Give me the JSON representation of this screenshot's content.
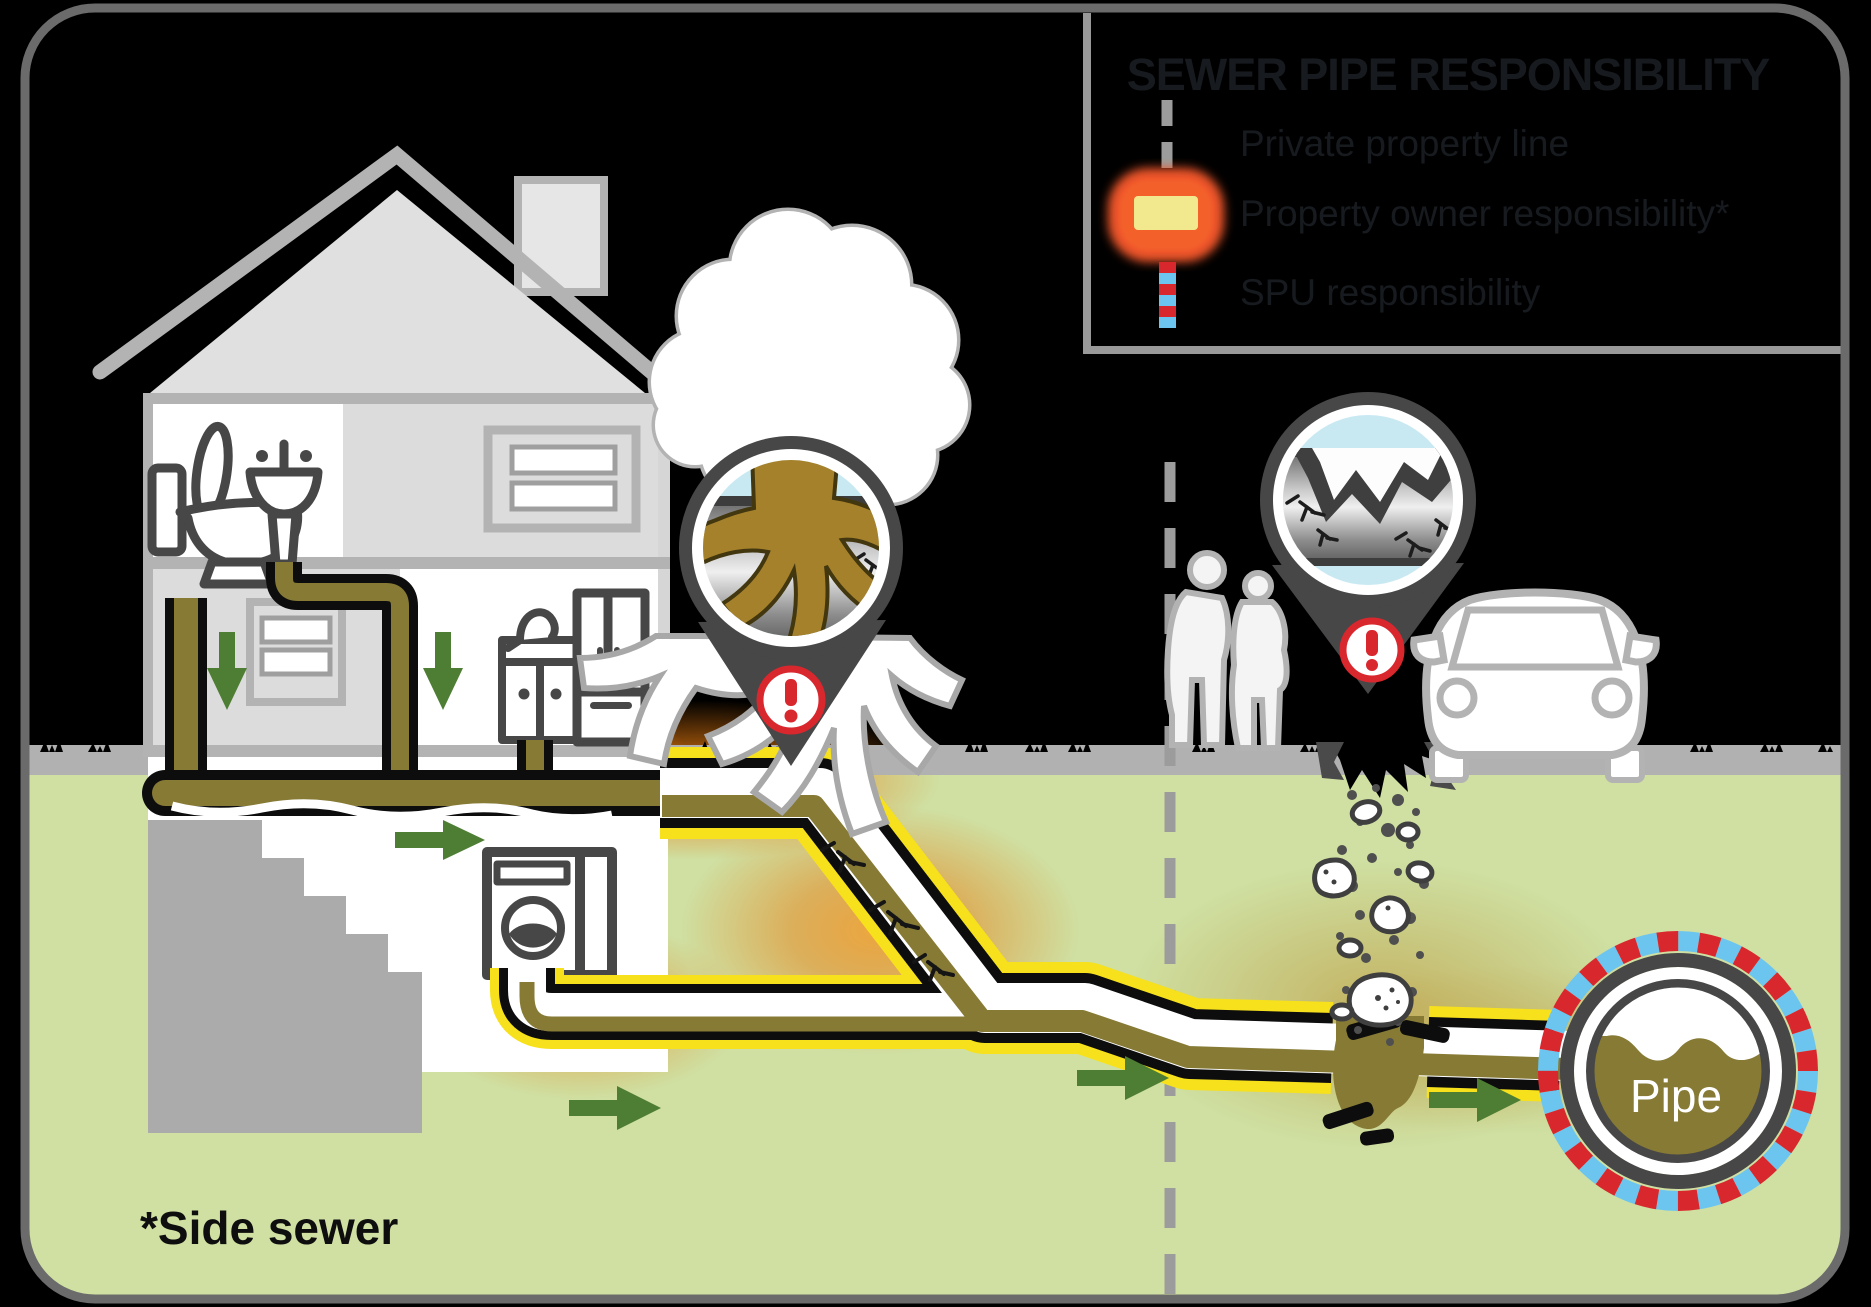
{
  "legend": {
    "title": "SEWER PIPE RESPONSIBILITY",
    "items": [
      {
        "label": "Private property line",
        "marker": "gray-dashed-line",
        "color": "#9C9C9C"
      },
      {
        "label": "Property owner responsibility*",
        "marker": "orange-glow-pipe-segment",
        "color": "#F1562A"
      },
      {
        "label": "SPU responsibility",
        "marker": "red-blue-dashed-line",
        "colors": [
          "#D9272E",
          "#6CC5EF"
        ]
      }
    ]
  },
  "diagram": {
    "pipe_label": "Pipe",
    "footnote": "*Side sewer",
    "icons": [
      "warning-exclamation-icon",
      "toilet-icon",
      "bathroom-sink-icon",
      "kitchen-sink-icon",
      "refrigerator-icon",
      "washing-machine-icon",
      "tree-icon",
      "people-icon",
      "car-icon",
      "root-intrusion-pin-icon",
      "cracked-pipe-pin-icon",
      "flow-arrow-icon"
    ],
    "colors": {
      "sewage_olive": "#867A35",
      "owner_highlight_yellow": "#F6E11C",
      "grass_green": "#CFE0A2",
      "sidewalk_gray": "#B1B1B1",
      "pin_dark": "#474747",
      "pin_sky_blue": "#C9E9F2",
      "warning_red": "#D9272E",
      "root_brown": "#A6812B",
      "arrow_green": "#4E7E33",
      "frame_gray": "#6B6B6B"
    }
  }
}
